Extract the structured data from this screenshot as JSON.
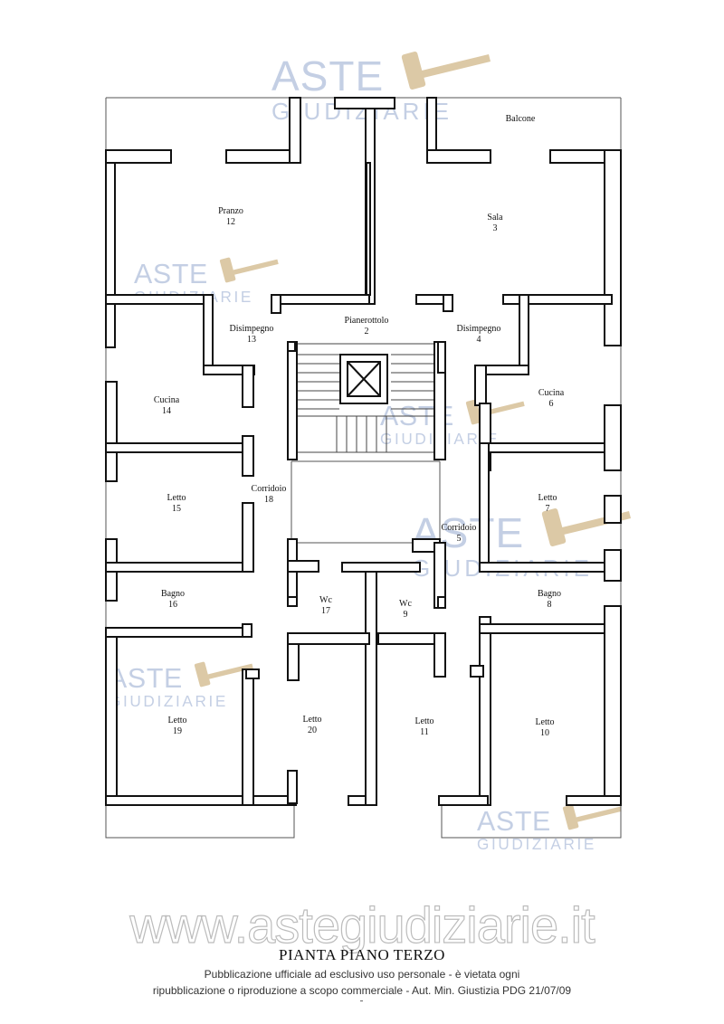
{
  "title": "PIANTA PIANO TERZO",
  "disclaimer_line1": "Pubblicazione ufficiale ad esclusivo uso personale - è vietata ogni",
  "disclaimer_line2": "ripubblicazione o riproduzione a scopo commerciale - Aut. Min. Giustizia PDG 21/07/09",
  "site_watermark": "www.astegiudiziarie.it",
  "logo_watermark": {
    "line1": "ASTE",
    "line2": "GIUDIZIARIE"
  },
  "rooms": [
    {
      "name": "Balcone",
      "number": ""
    },
    {
      "name": "Pranzo",
      "number": "12"
    },
    {
      "name": "Sala",
      "number": "3"
    },
    {
      "name": "Pianerottolo",
      "number": "2"
    },
    {
      "name": "Disimpegno",
      "number": "13"
    },
    {
      "name": "Disimpegno",
      "number": "4"
    },
    {
      "name": "Cucina",
      "number": "14"
    },
    {
      "name": "Cucina",
      "number": "6"
    },
    {
      "name": "Letto",
      "number": "15"
    },
    {
      "name": "Corridoio",
      "number": "18"
    },
    {
      "name": "Corridoio",
      "number": "5"
    },
    {
      "name": "Letto",
      "number": "7"
    },
    {
      "name": "Bagno",
      "number": "16"
    },
    {
      "name": "Bagno",
      "number": "8"
    },
    {
      "name": "Wc",
      "number": "17"
    },
    {
      "name": "Wc",
      "number": "9"
    },
    {
      "name": "Letto",
      "number": "19"
    },
    {
      "name": "Letto",
      "number": "20"
    },
    {
      "name": "Letto",
      "number": "11"
    },
    {
      "name": "Letto",
      "number": "10"
    }
  ],
  "colors": {
    "wall": "#111111",
    "watermark": "#c4cfe4",
    "gavel": "#dcc9a6"
  }
}
